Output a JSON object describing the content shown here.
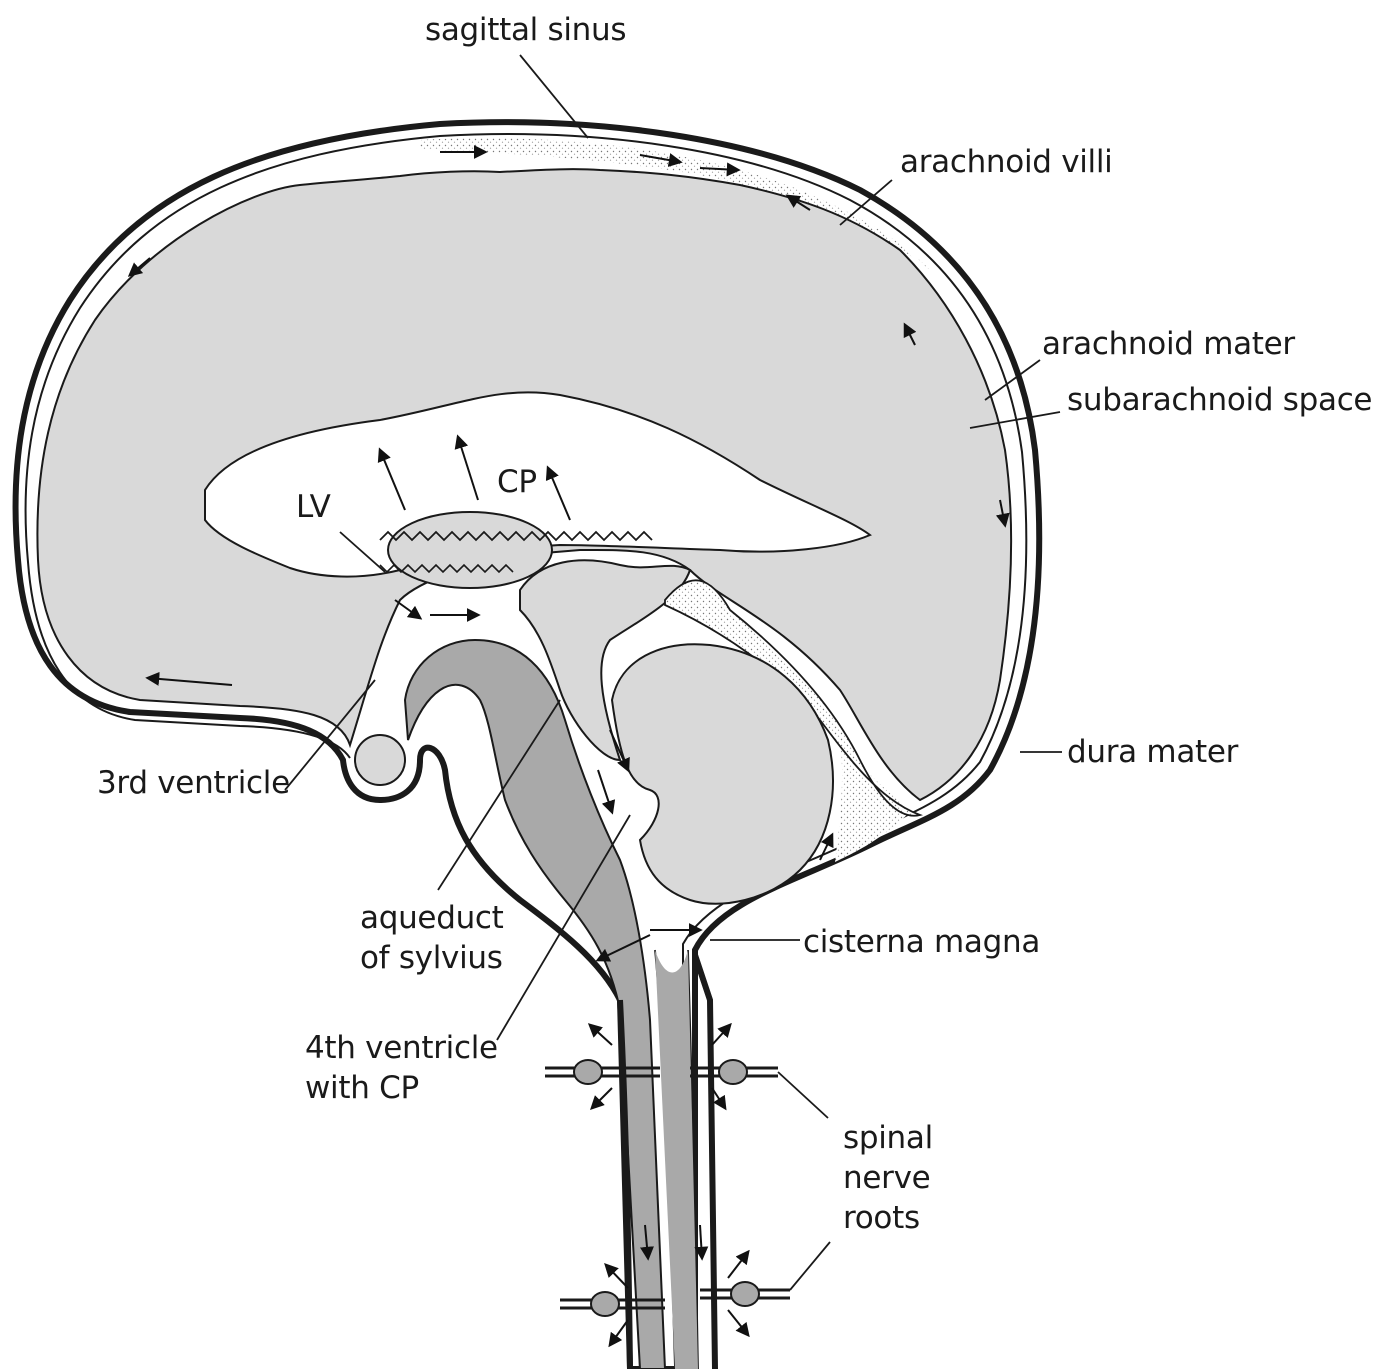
{
  "labels": {
    "sagittal_sinus": "sagittal sinus",
    "arachnoid_villi": "arachnoid villi",
    "arachnoid_mater": "arachnoid mater",
    "subarachnoid_space": "subarachnoid space",
    "lv": "LV",
    "cp": "CP",
    "dura_mater": "dura mater",
    "third_ventricle": "3rd ventricle",
    "aqueduct_line1": "aqueduct",
    "aqueduct_line2": "of sylvius",
    "cisterna_magna": "cisterna magna",
    "fourth_ventricle_line1": "4th ventricle",
    "fourth_ventricle_line2": "with CP",
    "spinal_line1": "spinal",
    "spinal_line2": "nerve",
    "spinal_line3": "roots"
  },
  "colors": {
    "brain_fill": "#d9d9d9",
    "brainstem_fill": "#a9a9a9",
    "outline": "#1a1a1a",
    "csf_space": "#ffffff"
  }
}
